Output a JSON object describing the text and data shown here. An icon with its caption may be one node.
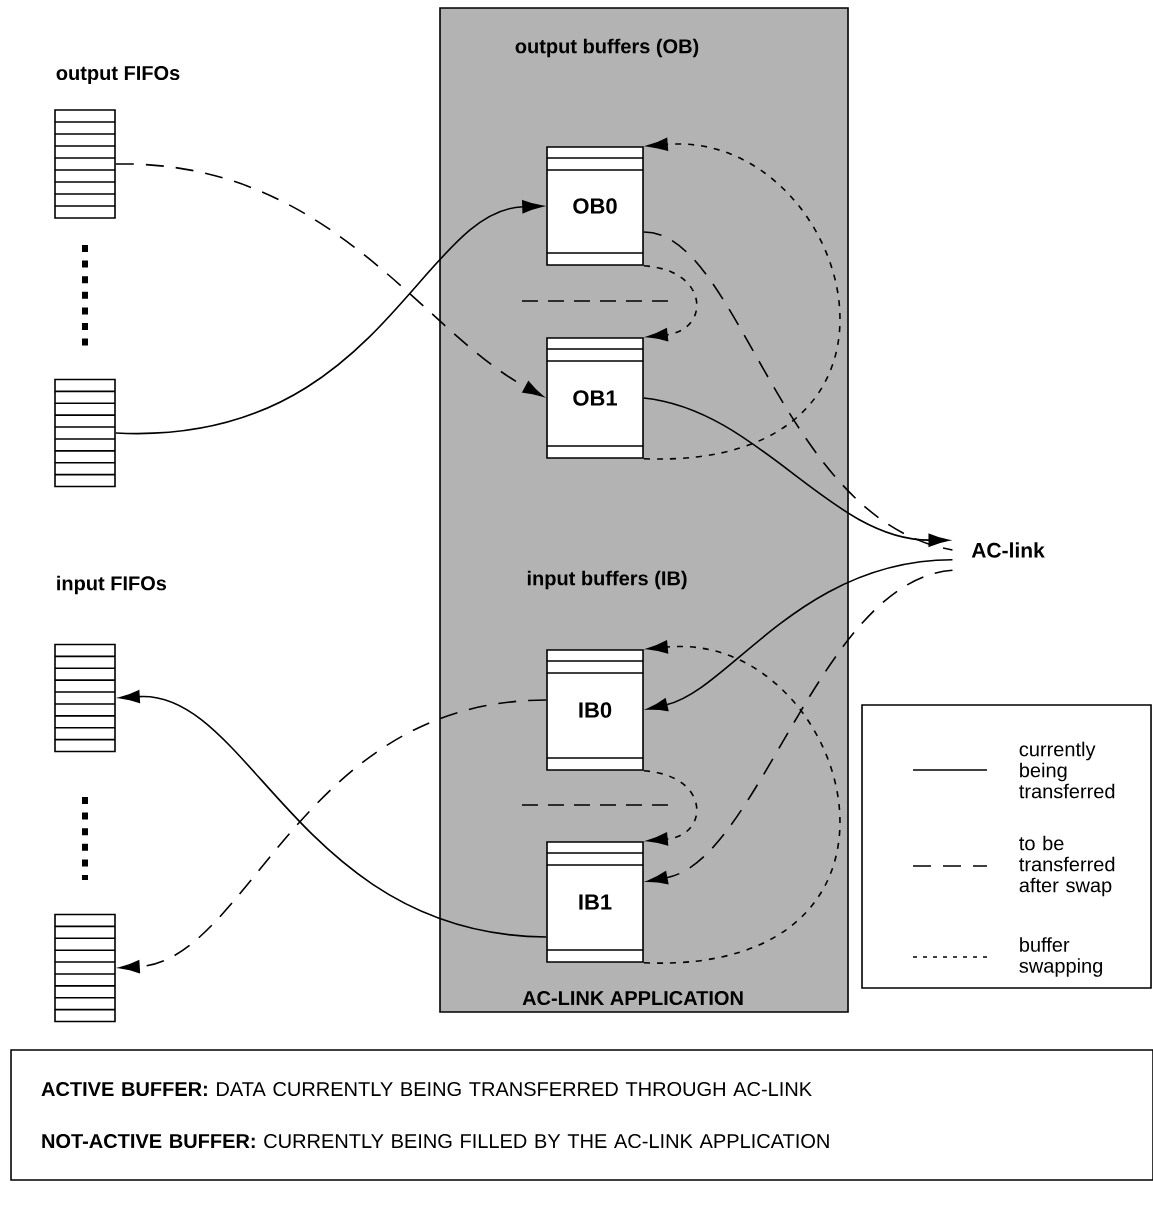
{
  "diagram": {
    "nodes": [
      {
        "text": [
          "output buffers (OB)",
          "input buffers (IB)",
          "AC-LINK APPLICATION"
        ]
      },
      {
        "text": [
          "OB0"
        ],
        "in": 0
      },
      {
        "text": [
          "OB1"
        ],
        "in": 0
      },
      {
        "text": [
          "IB0"
        ],
        "in": 0
      },
      {
        "text": [
          "IB1"
        ],
        "in": 0
      },
      {
        "text": [],
        "shape": "box"
      },
      {
        "text": [],
        "shape": "box"
      },
      {
        "text": [],
        "shape": "box"
      },
      {
        "text": [],
        "shape": "box"
      },
      {
        "text": [
          "AC-link"
        ]
      },
      {
        "text": [
          "**ACTIVE BUFFER:** DATA CURRENTLY BEING TRANSFERRED THROUGH AC-LINK",
          "**NOT-ACTIVE BUFFER:** CURRENTLY BEING FILLED BY THE AC-LINK APPLICATION"
        ]
      }
    ],
    "edges": [
      {
        "from": 5,
        "to": 2,
        "arrow": "to",
        "style": "dashed"
      },
      {
        "from": 6,
        "to": 1,
        "arrow": "to"
      },
      {
        "from": 2,
        "to": 9,
        "arrow": "to"
      },
      {
        "from": 1,
        "to": 9,
        "arrow": "none",
        "style": "dashed"
      },
      {
        "from": 2,
        "to": 1,
        "arrow": "to",
        "style": "dashed"
      },
      {
        "from": 1,
        "to": 2,
        "arrow": "to",
        "style": "dashed"
      },
      {
        "from": 9,
        "to": 3,
        "arrow": "to"
      },
      {
        "from": 9,
        "to": 4,
        "arrow": "to",
        "style": "dashed"
      },
      {
        "from": 4,
        "to": 3,
        "arrow": "to",
        "style": "dashed"
      },
      {
        "from": 3,
        "to": 4,
        "arrow": "to",
        "style": "dashed"
      },
      {
        "from": 4,
        "to": 7,
        "arrow": "to"
      },
      {
        "from": 3,
        "to": 8,
        "arrow": "to",
        "style": "dashed"
      }
    ],
    "labels": [
      "output FIFOs",
      "input FIFOs"
    ],
    "legend": [
      {
        "text": "currently being transferred"
      },
      {
        "text": "to be transferred after swap"
      },
      {
        "text": "buffer swapping"
      }
    ]
  }
}
